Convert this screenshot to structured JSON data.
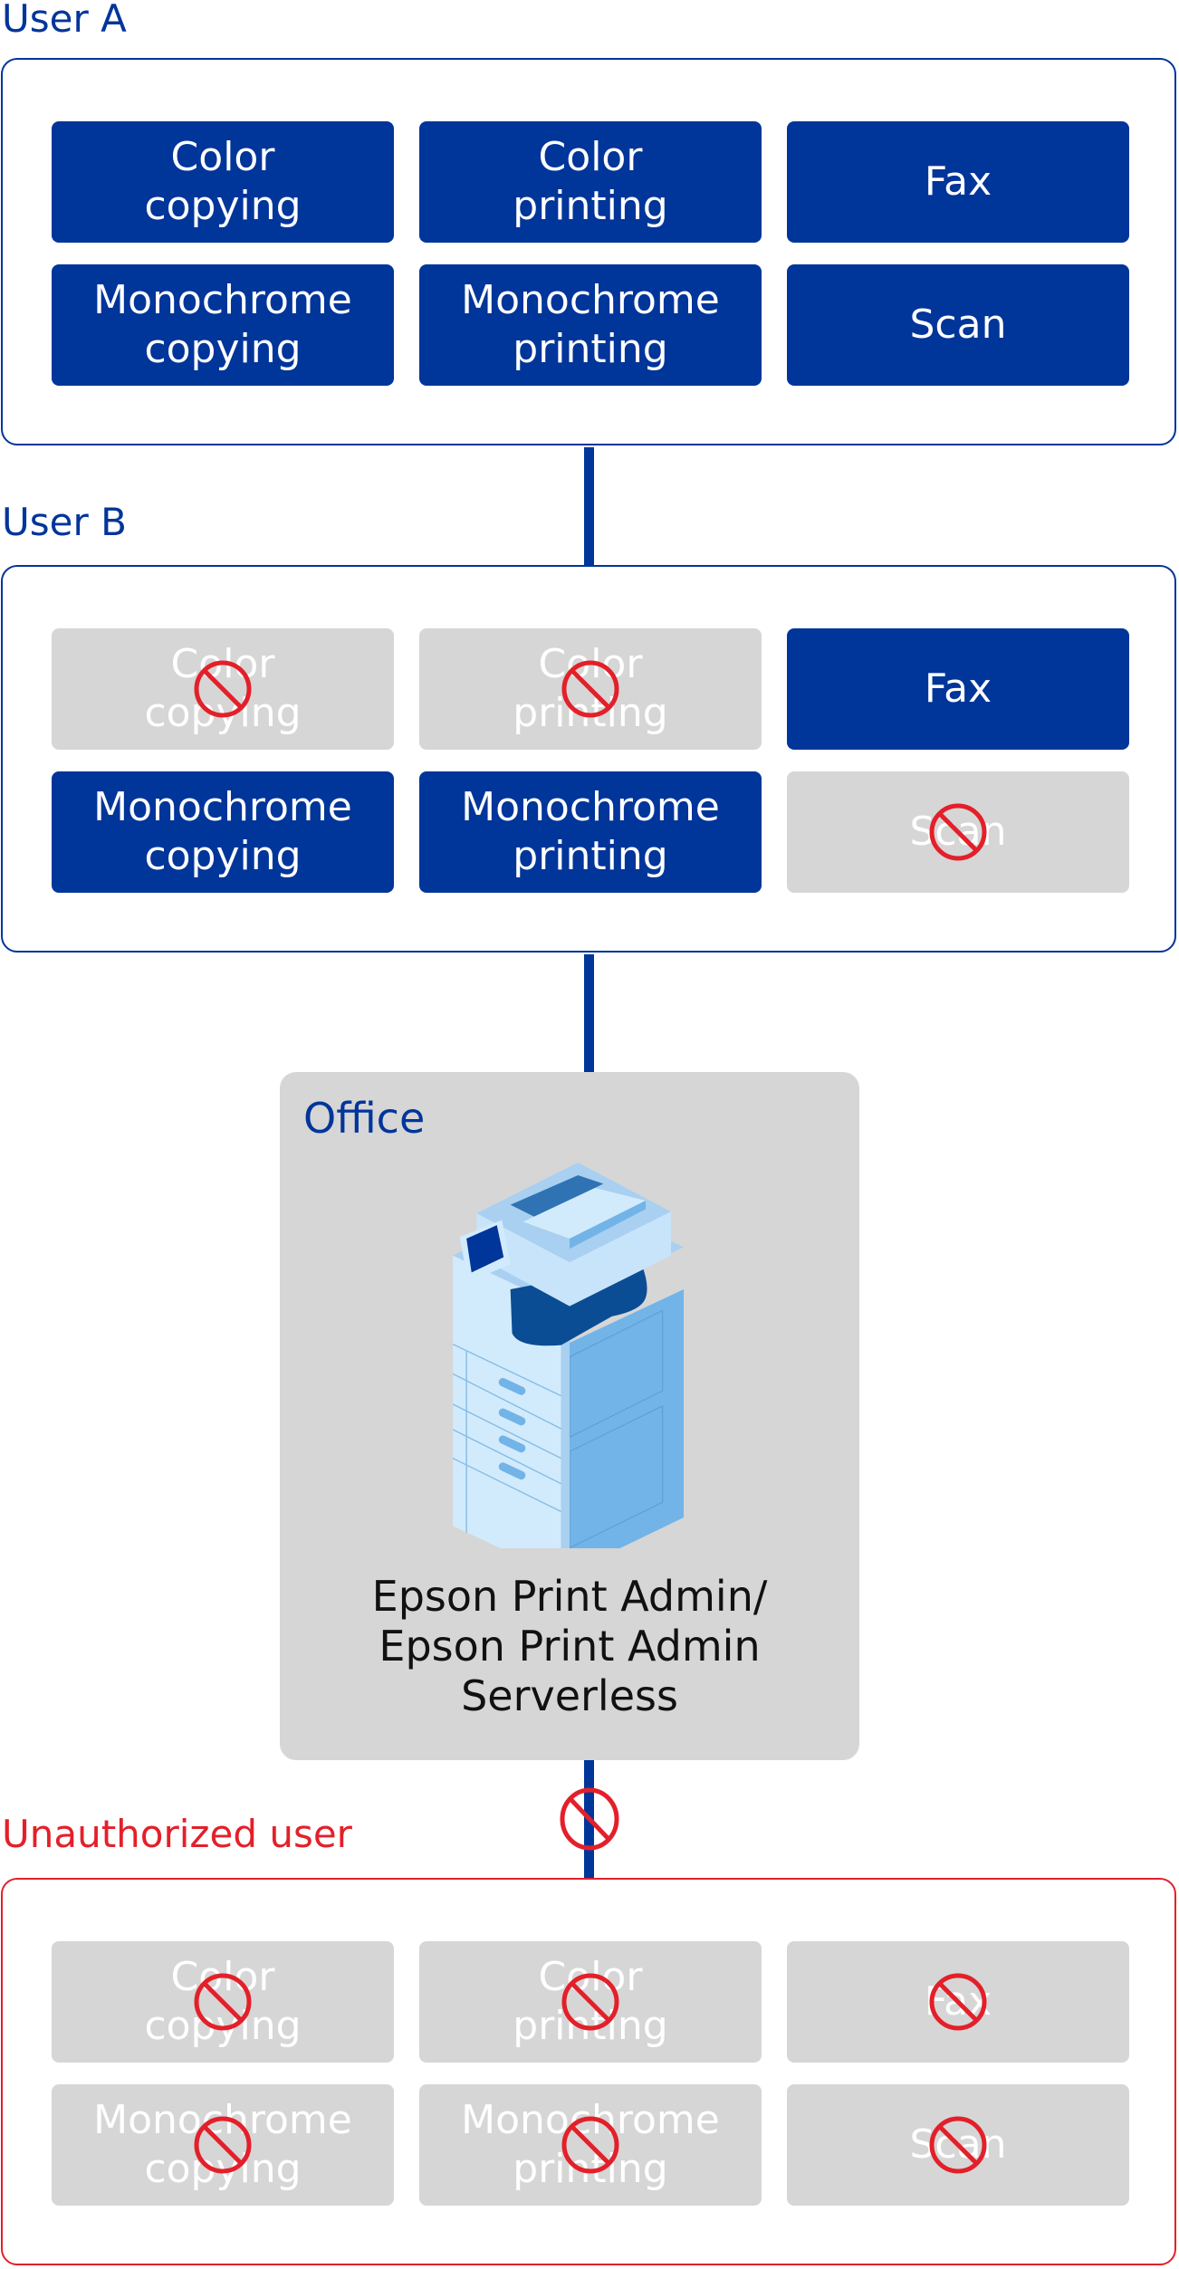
{
  "colors": {
    "enabled": "#00359a",
    "disabled": "#d6d6d6",
    "forbidden": "#e3202a",
    "office_bg": "#d6d6d6"
  },
  "groups": [
    {
      "label": "User A",
      "label_color": "#00359a",
      "border_color": "#00359a",
      "functions": [
        {
          "label": "Color\ncopying",
          "allowed": true
        },
        {
          "label": "Color\nprinting",
          "allowed": true
        },
        {
          "label": "Fax",
          "allowed": true
        },
        {
          "label": "Monochrome\ncopying",
          "allowed": true
        },
        {
          "label": "Monochrome\nprinting",
          "allowed": true
        },
        {
          "label": "Scan",
          "allowed": true
        }
      ]
    },
    {
      "label": "User B",
      "label_color": "#00359a",
      "border_color": "#00359a",
      "functions": [
        {
          "label": "Color\ncopying",
          "allowed": false
        },
        {
          "label": "Color\nprinting",
          "allowed": false
        },
        {
          "label": "Fax",
          "allowed": true
        },
        {
          "label": "Monochrome\ncopying",
          "allowed": true
        },
        {
          "label": "Monochrome\nprinting",
          "allowed": true
        },
        {
          "label": "Scan",
          "allowed": false
        }
      ]
    },
    {
      "label": "Unauthorized user",
      "label_color": "#e3202a",
      "border_color": "#e3202a",
      "functions": [
        {
          "label": "Color\ncopying",
          "allowed": false
        },
        {
          "label": "Color\nprinting",
          "allowed": false
        },
        {
          "label": "Fax",
          "allowed": false
        },
        {
          "label": "Monochrome\ncopying",
          "allowed": false
        },
        {
          "label": "Monochrome\nprinting",
          "allowed": false
        },
        {
          "label": "Scan",
          "allowed": false
        }
      ]
    }
  ],
  "office": {
    "label": "Office",
    "icon": "multifunction-printer-icon",
    "caption": "Epson Print Admin/\nEpson Print Admin\nServerless"
  },
  "connections": [
    {
      "from": "User A",
      "to": "User B",
      "blocked": false
    },
    {
      "from": "User B",
      "to": "Office",
      "blocked": false
    },
    {
      "from": "Office",
      "to": "Unauthorized user",
      "blocked": true
    }
  ]
}
